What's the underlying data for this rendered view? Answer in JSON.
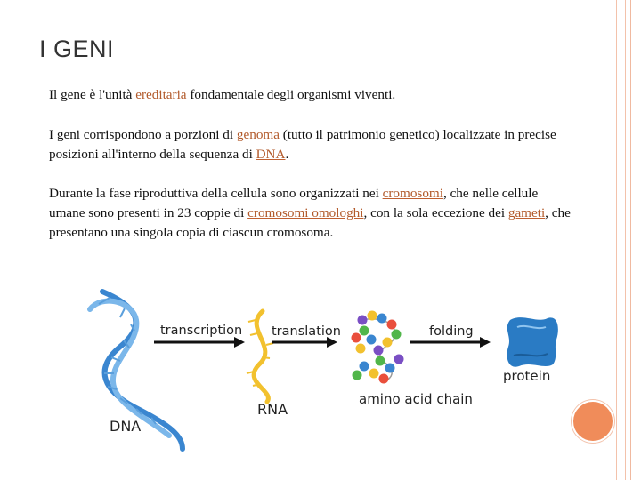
{
  "slide": {
    "title": "I GENI",
    "p1": {
      "t1": "Il ",
      "gene": "gene",
      "t2": " è l'unità ",
      "ereditaria": "ereditaria",
      "t3": " fondamentale degli organismi viventi."
    },
    "p2": {
      "t1": "I geni corrispondono a porzioni di ",
      "genoma": "genoma",
      "t2": " (tutto il patrimonio genetico) localizzate in precise posizioni all'interno della sequenza di ",
      "dna": "DNA",
      "t3": "."
    },
    "p3": {
      "t1": "Durante la fase riproduttiva della cellula sono organizzati nei ",
      "cromosomi": "cromosomi",
      "t2": ", che nelle cellule umane sono presenti in 23 coppie di ",
      "omologhi": "cromosomi omologhi",
      "t3": ", con la sola eccezione dei ",
      "gameti": "gameti",
      "t4": ", che presentano una singola copia di ciascun cromosoma."
    }
  },
  "diagram": {
    "dna_label": "DNA",
    "rna_label": "RNA",
    "transcription_label": "transcription",
    "translation_label": "translation",
    "folding_label": "folding",
    "amino_label": "amino acid chain",
    "protein_label": "protein"
  },
  "colors": {
    "accent": "#f08c5a",
    "dna_blue": "#3a86d0",
    "rna_yellow": "#f2c12e",
    "protein_blue": "#2a7bc4"
  }
}
